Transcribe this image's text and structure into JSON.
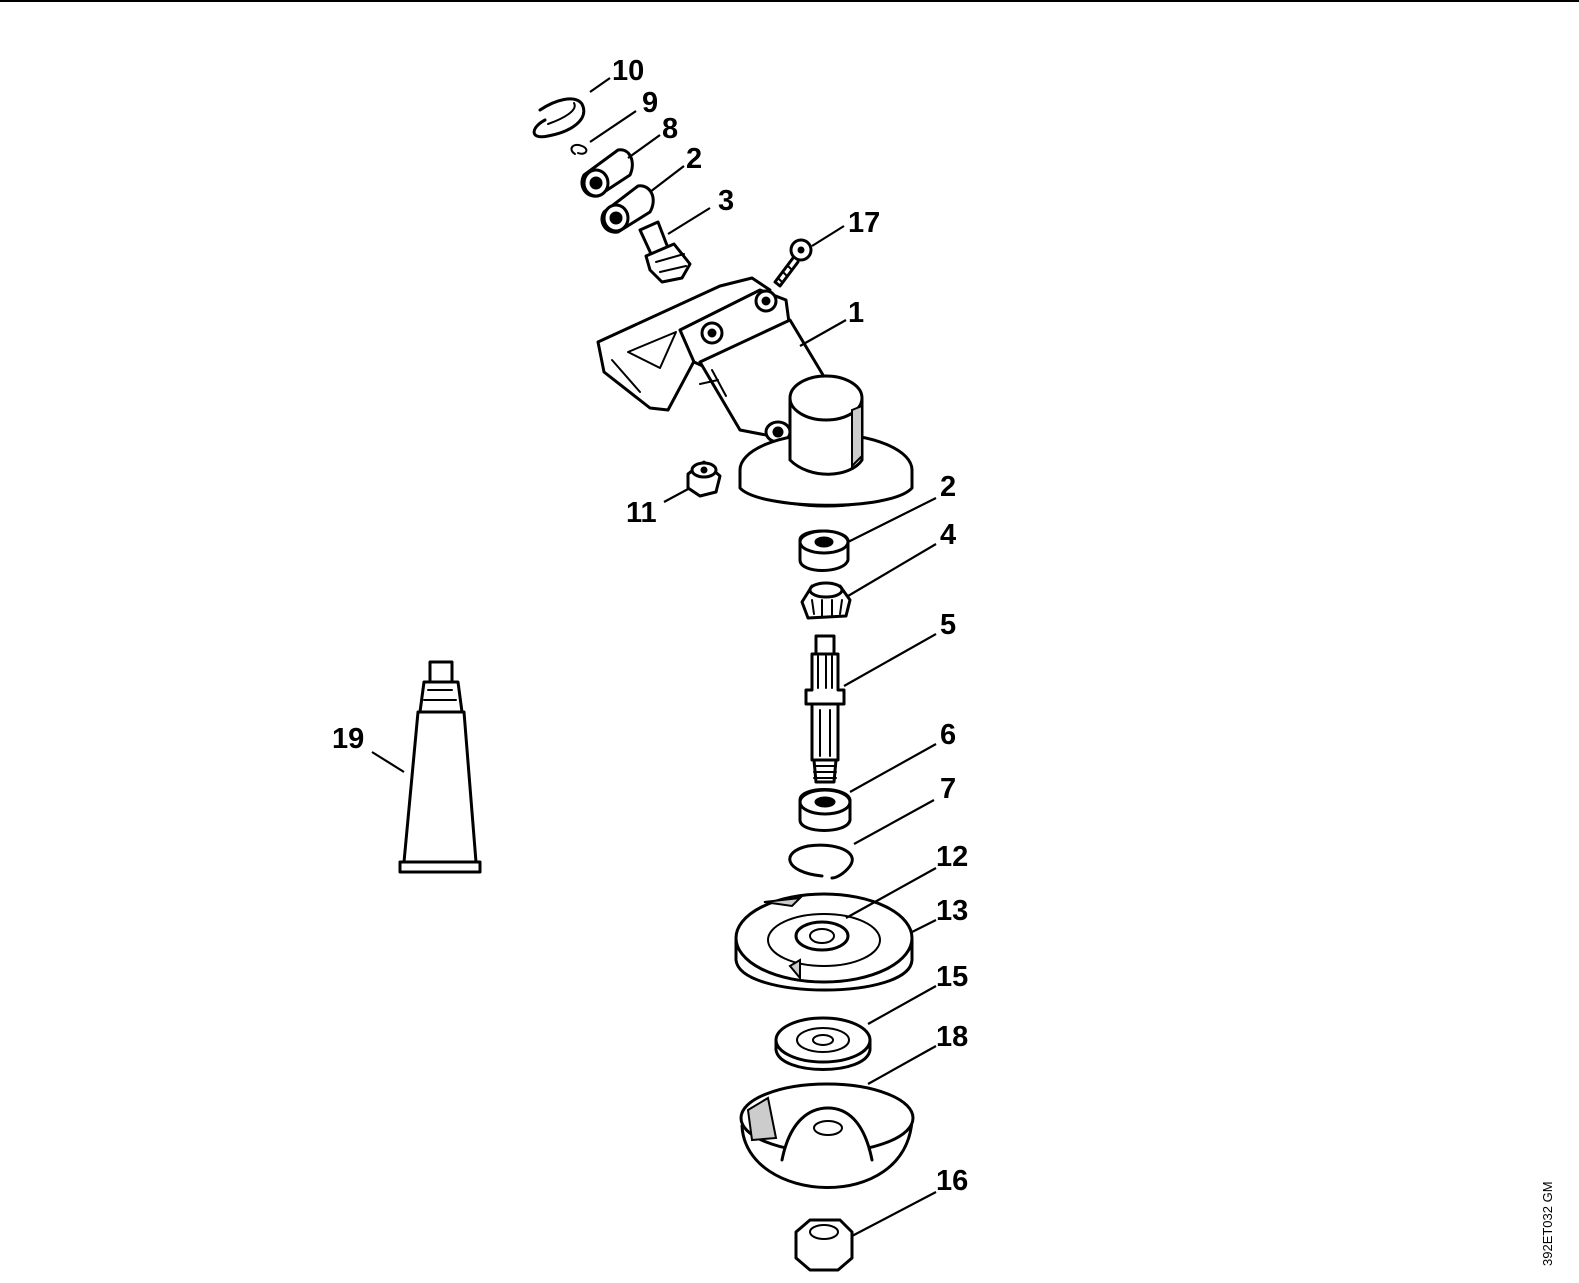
{
  "drawing": {
    "reference_code": "392ET032 GM"
  },
  "callouts": {
    "c10": "10",
    "c9": "9",
    "c8": "8",
    "c2a": "2",
    "c3": "3",
    "c17": "17",
    "c1": "1",
    "c11": "11",
    "c2b": "2",
    "c4": "4",
    "c5": "5",
    "c19": "19",
    "c6": "6",
    "c7": "7",
    "c12": "12",
    "c13": "13",
    "c15": "15",
    "c18": "18",
    "c16": "16"
  }
}
